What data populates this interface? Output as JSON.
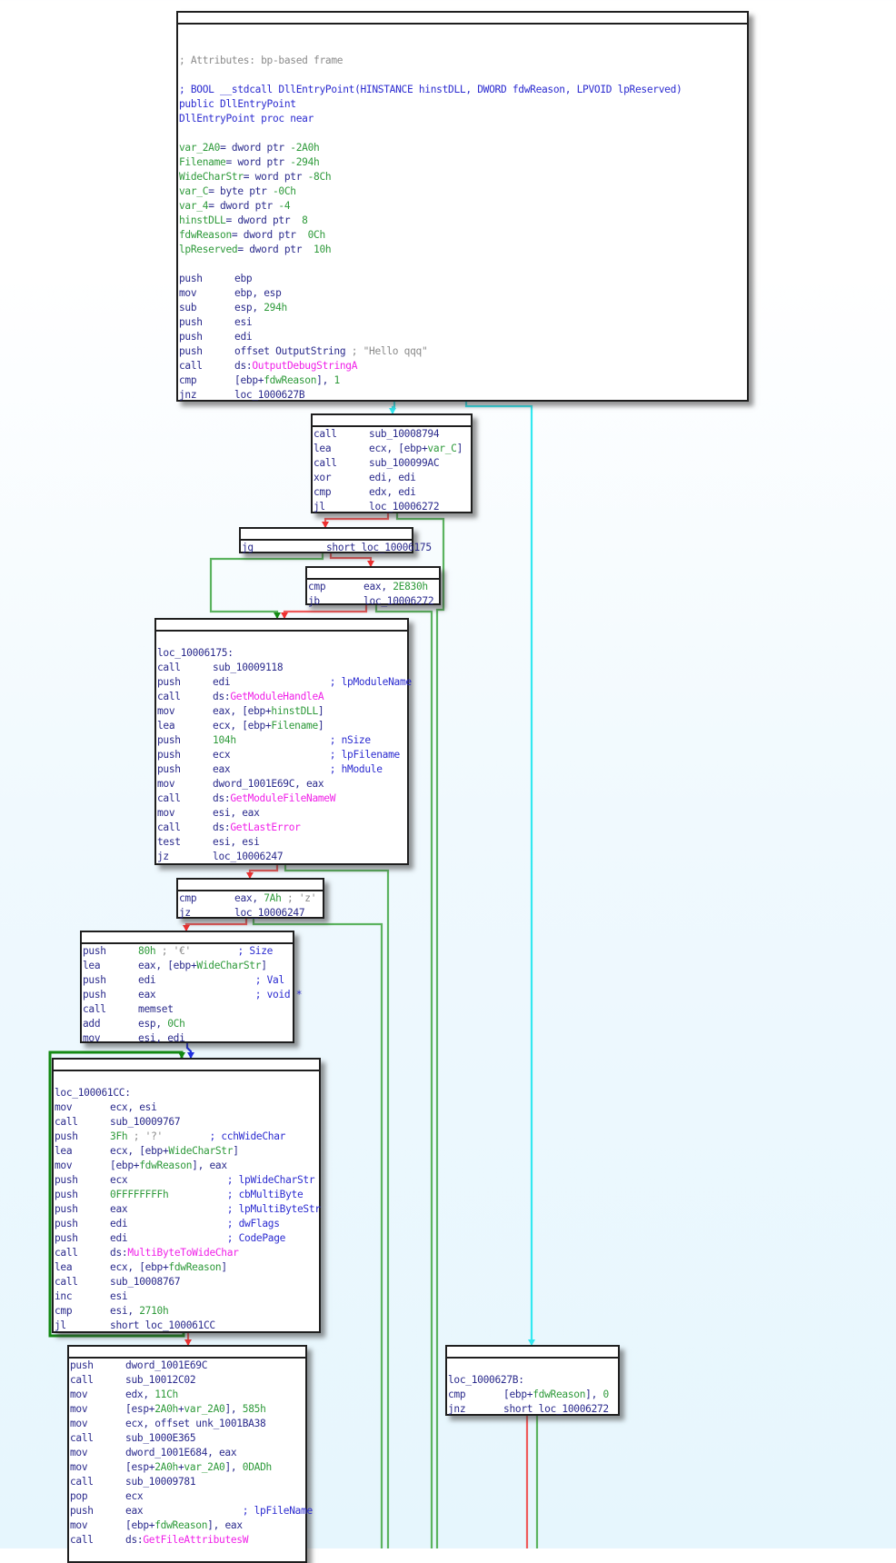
{
  "app": "IDA Pro graph view",
  "function": "DllEntryPoint",
  "colors": {
    "background_top": "#ffffff",
    "background_bottom": "#e6f6fd",
    "edge_true": "#5bb35f",
    "edge_false": "#ee5a5a",
    "edge_unconditional": "#33e8f0",
    "edge_loop": "#138a13",
    "mnemonic": "#2a2a8c",
    "comment": "#2b2bd0",
    "constant": "#2e9a3a",
    "import": "#f020e8",
    "string_comment": "#8a8a8a"
  },
  "blocks": [
    {
      "id": "entry",
      "lines": [
        [],
        [],
        [
          {
            "t": "; Attributes: bp-based frame",
            "c": "grey"
          }
        ],
        [],
        [
          {
            "t": "; BOOL __stdcall DllEntryPoint(HINSTANCE hinstDLL, DWORD fdwReason, LPVOID lpReserved)",
            "c": "blue"
          }
        ],
        [
          {
            "t": "public DllEntryPoint",
            "c": "blue"
          }
        ],
        [
          {
            "t": "DllEntryPoint proc near",
            "c": "blue"
          }
        ],
        [],
        [
          {
            "t": "var_2A0",
            "c": "green"
          },
          {
            "t": "= dword ptr ",
            "c": "navy"
          },
          {
            "t": "-2A0h",
            "c": "green"
          }
        ],
        [
          {
            "t": "Filename",
            "c": "green"
          },
          {
            "t": "= word ptr ",
            "c": "navy"
          },
          {
            "t": "-294h",
            "c": "green"
          }
        ],
        [
          {
            "t": "WideCharStr",
            "c": "green"
          },
          {
            "t": "= word ptr ",
            "c": "navy"
          },
          {
            "t": "-8Ch",
            "c": "green"
          }
        ],
        [
          {
            "t": "var_C",
            "c": "green"
          },
          {
            "t": "= byte ptr ",
            "c": "navy"
          },
          {
            "t": "-0Ch",
            "c": "green"
          }
        ],
        [
          {
            "t": "var_4",
            "c": "green"
          },
          {
            "t": "= dword ptr ",
            "c": "navy"
          },
          {
            "t": "-4",
            "c": "green"
          }
        ],
        [
          {
            "t": "hinstDLL",
            "c": "green"
          },
          {
            "t": "= dword ptr  ",
            "c": "navy"
          },
          {
            "t": "8",
            "c": "green"
          }
        ],
        [
          {
            "t": "fdwReason",
            "c": "green"
          },
          {
            "t": "= dword ptr  ",
            "c": "navy"
          },
          {
            "t": "0Ch",
            "c": "green"
          }
        ],
        [
          {
            "t": "lpReserved",
            "c": "green"
          },
          {
            "t": "= dword ptr  ",
            "c": "navy"
          },
          {
            "t": "10h",
            "c": "green"
          }
        ],
        [],
        [
          {
            "m": "push"
          },
          {
            "t": "ebp"
          }
        ],
        [
          {
            "m": "mov"
          },
          {
            "t": "ebp, esp"
          }
        ],
        [
          {
            "m": "sub"
          },
          {
            "t": "esp, "
          },
          {
            "t": "294h",
            "c": "green"
          }
        ],
        [
          {
            "m": "push"
          },
          {
            "t": "esi"
          }
        ],
        [
          {
            "m": "push"
          },
          {
            "t": "edi"
          }
        ],
        [
          {
            "m": "push"
          },
          {
            "t": "offset OutputString "
          },
          {
            "t": "; \"Hello qqq\"",
            "c": "grey"
          }
        ],
        [
          {
            "m": "call"
          },
          {
            "t": "ds:"
          },
          {
            "t": "OutputDebugStringA",
            "c": "pink"
          }
        ],
        [
          {
            "m": "cmp"
          },
          {
            "t": "[ebp+"
          },
          {
            "t": "fdwReason",
            "c": "green"
          },
          {
            "t": "], "
          },
          {
            "t": "1",
            "c": "green"
          }
        ],
        [
          {
            "m": "jnz"
          },
          {
            "t": "loc_1000627B"
          }
        ]
      ]
    },
    {
      "id": "blk_sub_10008794",
      "lines": [
        [
          {
            "m": "call"
          },
          {
            "t": "sub_10008794"
          }
        ],
        [
          {
            "m": "lea"
          },
          {
            "t": "ecx, [ebp+"
          },
          {
            "t": "var_C",
            "c": "green"
          },
          {
            "t": "]"
          }
        ],
        [
          {
            "m": "call"
          },
          {
            "t": "sub_100099AC"
          }
        ],
        [
          {
            "m": "xor"
          },
          {
            "t": "edi, edi"
          }
        ],
        [
          {
            "m": "cmp"
          },
          {
            "t": "edx, edi"
          }
        ],
        [
          {
            "m": "jl"
          },
          {
            "t": "loc_10006272"
          }
        ]
      ]
    },
    {
      "id": "blk_jg",
      "lines": [
        [
          {
            "m": "jg",
            "w": "wide"
          },
          {
            "t": "short loc_10006175"
          }
        ]
      ]
    },
    {
      "id": "blk_cmp_2e830",
      "lines": [
        [
          {
            "m": "cmp"
          },
          {
            "t": "eax, "
          },
          {
            "t": "2E830h",
            "c": "green"
          }
        ],
        [
          {
            "m": "jb"
          },
          {
            "t": "loc_10006272"
          }
        ]
      ]
    },
    {
      "id": "loc_10006175",
      "lines": [
        [],
        [
          {
            "t": "loc_10006175:"
          }
        ],
        [
          {
            "m": "call"
          },
          {
            "t": "sub_10009118"
          }
        ],
        [
          {
            "m": "push"
          },
          {
            "t": "edi                 "
          },
          {
            "t": "; lpModuleName",
            "c": "blue"
          }
        ],
        [
          {
            "m": "call"
          },
          {
            "t": "ds:"
          },
          {
            "t": "GetModuleHandleA",
            "c": "pink"
          }
        ],
        [
          {
            "m": "mov"
          },
          {
            "t": "eax, [ebp+"
          },
          {
            "t": "hinstDLL",
            "c": "green"
          },
          {
            "t": "]"
          }
        ],
        [
          {
            "m": "lea"
          },
          {
            "t": "ecx, [ebp+"
          },
          {
            "t": "Filename",
            "c": "green"
          },
          {
            "t": "]"
          }
        ],
        [
          {
            "m": "push"
          },
          {
            "t": "104h",
            "c": "green"
          },
          {
            "t": "                "
          },
          {
            "t": "; nSize",
            "c": "blue"
          }
        ],
        [
          {
            "m": "push"
          },
          {
            "t": "ecx                 "
          },
          {
            "t": "; lpFilename",
            "c": "blue"
          }
        ],
        [
          {
            "m": "push"
          },
          {
            "t": "eax                 "
          },
          {
            "t": "; hModule",
            "c": "blue"
          }
        ],
        [
          {
            "m": "mov"
          },
          {
            "t": "dword_1001E69C, eax"
          }
        ],
        [
          {
            "m": "call"
          },
          {
            "t": "ds:"
          },
          {
            "t": "GetModuleFileNameW",
            "c": "pink"
          }
        ],
        [
          {
            "m": "mov"
          },
          {
            "t": "esi, eax"
          }
        ],
        [
          {
            "m": "call"
          },
          {
            "t": "ds:"
          },
          {
            "t": "GetLastError",
            "c": "pink"
          }
        ],
        [
          {
            "m": "test"
          },
          {
            "t": "esi, esi"
          }
        ],
        [
          {
            "m": "jz"
          },
          {
            "t": "loc_10006247"
          }
        ]
      ]
    },
    {
      "id": "blk_cmp_7a",
      "lines": [
        [
          {
            "m": "cmp"
          },
          {
            "t": "eax, "
          },
          {
            "t": "7Ah",
            "c": "green"
          },
          {
            "t": " ; ",
            "c": "grey"
          },
          {
            "t": "'z'",
            "c": "grey"
          }
        ],
        [
          {
            "m": "jz"
          },
          {
            "t": "loc_10006247"
          }
        ]
      ]
    },
    {
      "id": "blk_memset",
      "lines": [
        [
          {
            "m": "push"
          },
          {
            "t": "80h",
            "c": "green"
          },
          {
            "t": " ; '€'",
            "c": "grey"
          },
          {
            "t": "        "
          },
          {
            "t": "; Size",
            "c": "blue"
          }
        ],
        [
          {
            "m": "lea"
          },
          {
            "t": "eax, [ebp+"
          },
          {
            "t": "WideCharStr",
            "c": "green"
          },
          {
            "t": "]"
          }
        ],
        [
          {
            "m": "push"
          },
          {
            "t": "edi                 "
          },
          {
            "t": "; Val",
            "c": "blue"
          }
        ],
        [
          {
            "m": "push"
          },
          {
            "t": "eax                 "
          },
          {
            "t": "; void *",
            "c": "blue"
          }
        ],
        [
          {
            "m": "call"
          },
          {
            "t": "memset"
          }
        ],
        [
          {
            "m": "add"
          },
          {
            "t": "esp, "
          },
          {
            "t": "0Ch",
            "c": "green"
          }
        ],
        [
          {
            "m": "mov"
          },
          {
            "t": "esi, edi"
          }
        ]
      ]
    },
    {
      "id": "loc_100061CC",
      "lines": [
        [],
        [
          {
            "t": "loc_100061CC:"
          }
        ],
        [
          {
            "m": "mov"
          },
          {
            "t": "ecx, esi"
          }
        ],
        [
          {
            "m": "call"
          },
          {
            "t": "sub_10009767"
          }
        ],
        [
          {
            "m": "push"
          },
          {
            "t": "3Fh",
            "c": "green"
          },
          {
            "t": " ; '?'",
            "c": "grey"
          },
          {
            "t": "        "
          },
          {
            "t": "; cchWideChar",
            "c": "blue"
          }
        ],
        [
          {
            "m": "lea"
          },
          {
            "t": "ecx, [ebp+"
          },
          {
            "t": "WideCharStr",
            "c": "green"
          },
          {
            "t": "]"
          }
        ],
        [
          {
            "m": "mov"
          },
          {
            "t": "[ebp+"
          },
          {
            "t": "fdwReason",
            "c": "green"
          },
          {
            "t": "], eax"
          }
        ],
        [
          {
            "m": "push"
          },
          {
            "t": "ecx                 "
          },
          {
            "t": "; lpWideCharStr",
            "c": "blue"
          }
        ],
        [
          {
            "m": "push"
          },
          {
            "t": "0FFFFFFFFh",
            "c": "green"
          },
          {
            "t": "          "
          },
          {
            "t": "; cbMultiByte",
            "c": "blue"
          }
        ],
        [
          {
            "m": "push"
          },
          {
            "t": "eax                 "
          },
          {
            "t": "; lpMultiByteStr",
            "c": "blue"
          }
        ],
        [
          {
            "m": "push"
          },
          {
            "t": "edi                 "
          },
          {
            "t": "; dwFlags",
            "c": "blue"
          }
        ],
        [
          {
            "m": "push"
          },
          {
            "t": "edi                 "
          },
          {
            "t": "; CodePage",
            "c": "blue"
          }
        ],
        [
          {
            "m": "call"
          },
          {
            "t": "ds:"
          },
          {
            "t": "MultiByteToWideChar",
            "c": "pink"
          }
        ],
        [
          {
            "m": "lea"
          },
          {
            "t": "ecx, [ebp+"
          },
          {
            "t": "fdwReason",
            "c": "green"
          },
          {
            "t": "]"
          }
        ],
        [
          {
            "m": "call"
          },
          {
            "t": "sub_10008767"
          }
        ],
        [
          {
            "m": "inc"
          },
          {
            "t": "esi"
          }
        ],
        [
          {
            "m": "cmp"
          },
          {
            "t": "esi, "
          },
          {
            "t": "2710h",
            "c": "green"
          }
        ],
        [
          {
            "m": "jl"
          },
          {
            "t": "short loc_100061CC"
          }
        ]
      ]
    },
    {
      "id": "blk_after_loop",
      "lines": [
        [
          {
            "m": "push"
          },
          {
            "t": "dword_1001E69C"
          }
        ],
        [
          {
            "m": "call"
          },
          {
            "t": "sub_10012C02"
          }
        ],
        [
          {
            "m": "mov"
          },
          {
            "t": "edx, "
          },
          {
            "t": "11Ch",
            "c": "green"
          }
        ],
        [
          {
            "m": "mov"
          },
          {
            "t": "[esp+"
          },
          {
            "t": "2A0h",
            "c": "green"
          },
          {
            "t": "+"
          },
          {
            "t": "var_2A0",
            "c": "green"
          },
          {
            "t": "], "
          },
          {
            "t": "585h",
            "c": "green"
          }
        ],
        [
          {
            "m": "mov"
          },
          {
            "t": "ecx, offset unk_1001BA38"
          }
        ],
        [
          {
            "m": "call"
          },
          {
            "t": "sub_1000E365"
          }
        ],
        [
          {
            "m": "mov"
          },
          {
            "t": "dword_1001E684, eax"
          }
        ],
        [
          {
            "m": "mov"
          },
          {
            "t": "[esp+"
          },
          {
            "t": "2A0h",
            "c": "green"
          },
          {
            "t": "+"
          },
          {
            "t": "var_2A0",
            "c": "green"
          },
          {
            "t": "], "
          },
          {
            "t": "0DADh",
            "c": "green"
          }
        ],
        [
          {
            "m": "call"
          },
          {
            "t": "sub_10009781"
          }
        ],
        [
          {
            "m": "pop"
          },
          {
            "t": "ecx"
          }
        ],
        [
          {
            "m": "push"
          },
          {
            "t": "eax                 "
          },
          {
            "t": "; lpFileName",
            "c": "blue"
          }
        ],
        [
          {
            "m": "mov"
          },
          {
            "t": "[ebp+"
          },
          {
            "t": "fdwReason",
            "c": "green"
          },
          {
            "t": "], eax"
          }
        ],
        [
          {
            "m": "call"
          },
          {
            "t": "ds:"
          },
          {
            "t": "GetFileAttributesW",
            "c": "pink"
          }
        ]
      ]
    },
    {
      "id": "loc_1000627B",
      "lines": [
        [],
        [
          {
            "t": "loc_1000627B:"
          }
        ],
        [
          {
            "m": "cmp"
          },
          {
            "t": "[ebp+"
          },
          {
            "t": "fdwReason",
            "c": "green"
          },
          {
            "t": "], "
          },
          {
            "t": "0",
            "c": "green"
          }
        ],
        [
          {
            "m": "jnz"
          },
          {
            "t": "short loc_10006272"
          }
        ]
      ]
    }
  ],
  "edges": [
    {
      "from": "entry",
      "to": "blk_sub_10008794",
      "kind": "unconditional"
    },
    {
      "from": "entry",
      "to": "loc_1000627B",
      "kind": "unconditional"
    },
    {
      "from": "blk_sub_10008794",
      "to": "blk_jg",
      "kind": "false"
    },
    {
      "from": "blk_sub_10008794",
      "to": "loc_10006272",
      "kind": "true"
    },
    {
      "from": "blk_jg",
      "to": "loc_10006175",
      "kind": "true"
    },
    {
      "from": "blk_jg",
      "to": "blk_cmp_2e830",
      "kind": "false"
    },
    {
      "from": "blk_cmp_2e830",
      "to": "loc_10006175",
      "kind": "false"
    },
    {
      "from": "blk_cmp_2e830",
      "to": "loc_10006272",
      "kind": "true"
    },
    {
      "from": "loc_10006175",
      "to": "blk_cmp_7a",
      "kind": "false"
    },
    {
      "from": "loc_10006175",
      "to": "loc_10006247",
      "kind": "true"
    },
    {
      "from": "blk_cmp_7a",
      "to": "blk_memset",
      "kind": "false"
    },
    {
      "from": "blk_cmp_7a",
      "to": "loc_10006247",
      "kind": "true"
    },
    {
      "from": "blk_memset",
      "to": "loc_100061CC",
      "kind": "unconditional"
    },
    {
      "from": "loc_100061CC",
      "to": "loc_100061CC",
      "kind": "loop"
    },
    {
      "from": "loc_100061CC",
      "to": "blk_after_loop",
      "kind": "false"
    },
    {
      "from": "loc_1000627B",
      "to": "loc_10006272",
      "kind": "false"
    },
    {
      "from": "loc_1000627B",
      "to": "loc_10006272",
      "kind": "true"
    }
  ]
}
